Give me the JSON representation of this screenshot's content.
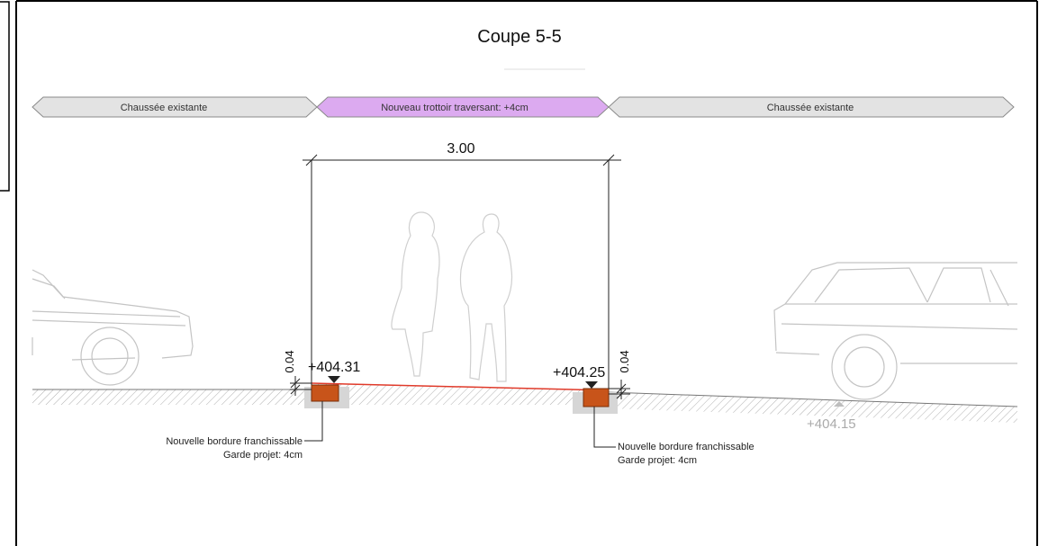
{
  "title": "Coupe 5-5",
  "zones": {
    "left": "Chaussée existante",
    "middle": "Nouveau trottoir traversant: +4cm",
    "right": "Chaussée existante"
  },
  "dimensions": {
    "width": "3.00",
    "left_height": "0.04",
    "right_height": "0.04"
  },
  "levels": {
    "left": "+404.31",
    "right": "+404.25",
    "road": "+404.15"
  },
  "annotations": {
    "left_line1": "Nouvelle bordure franchissable",
    "left_line2": "Garde projet: 4cm",
    "right_line1": "Nouvelle bordure franchissable",
    "right_line2": "Garde projet: 4cm"
  },
  "colors": {
    "zone_existing": "#e3e3e3",
    "zone_new": "#dcaaf0",
    "curb": "#c8541a",
    "slope_line": "#e03a2a"
  }
}
